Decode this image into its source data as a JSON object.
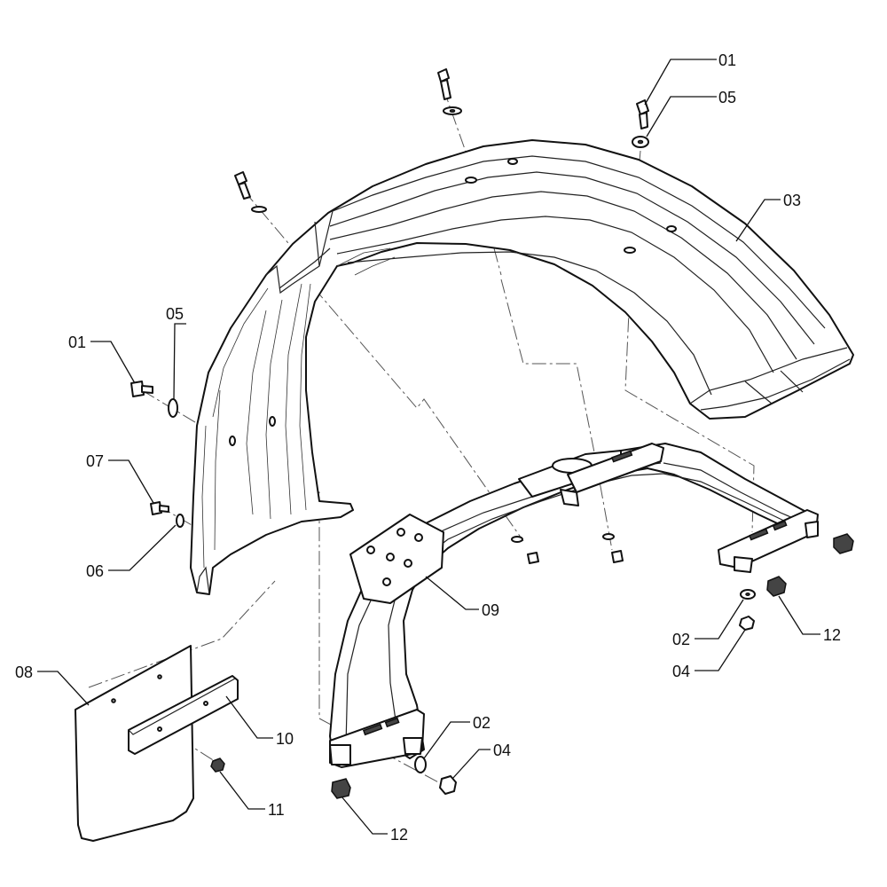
{
  "callouts": {
    "c01_top": "01",
    "c05_top": "05",
    "c03": "03",
    "c05_left": "05",
    "c01_left": "01",
    "c07": "07",
    "c06": "06",
    "c09": "09",
    "c02_right": "02",
    "c12_right": "12",
    "c04_right": "04",
    "c08": "08",
    "c10": "10",
    "c11": "11",
    "c02_bottom": "02",
    "c04_bottom": "04",
    "c12_bottom": "12"
  },
  "parts": {
    "fender": "03",
    "bracket": "09",
    "mudflap": "08",
    "flap_strip": "10"
  }
}
